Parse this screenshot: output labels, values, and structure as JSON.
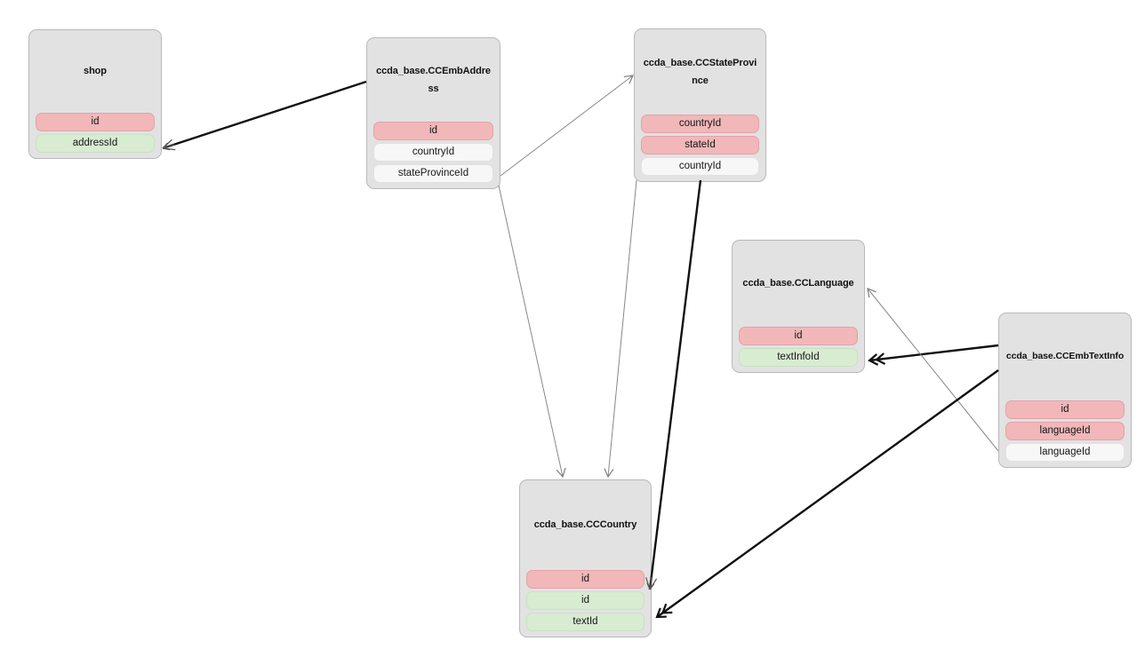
{
  "diagram": {
    "type": "database-schema",
    "colors": {
      "background": "#ffffff",
      "entity_bg": "#e2e2e2",
      "entity_border": "#b9b9b9",
      "key_field_bg": "#f1b7b9",
      "ref_field_bg": "#d8ecd2",
      "plain_field_bg": "#f7f7f7",
      "line_thin": "#888888",
      "line_thick": "#111111"
    },
    "entities": {
      "shop": {
        "title": "shop",
        "fields": [
          "id",
          "addressId"
        ]
      },
      "embaddress": {
        "title": "ccda_base.CCEmbAddress",
        "fields": [
          "id",
          "countryId",
          "stateProvinceId"
        ]
      },
      "stateprovince": {
        "title": "ccda_base.CCStateProvince",
        "fields": [
          "countryId",
          "stateId",
          "countryId"
        ]
      },
      "language": {
        "title": "ccda_base.CCLanguage",
        "fields": [
          "id",
          "textInfoId"
        ]
      },
      "embtextinfo": {
        "title": "ccda_base.CCEmbTextInfo",
        "fields": [
          "id",
          "languageId",
          "languageId"
        ]
      },
      "country": {
        "title": "ccda_base.CCCountry",
        "fields": [
          "id",
          "id",
          "textId"
        ]
      }
    },
    "relationships": [
      {
        "from": "ccda_base.CCEmbAddress",
        "to": "shop.addressId",
        "style": "thick"
      },
      {
        "from": "ccda_base.CCEmbAddress.stateProvinceId",
        "to": "ccda_base.CCStateProvince",
        "style": "thin"
      },
      {
        "from": "ccda_base.CCEmbAddress.stateProvinceId",
        "to": "ccda_base.CCCountry",
        "style": "thin"
      },
      {
        "from": "ccda_base.CCStateProvince",
        "to": "ccda_base.CCCountry",
        "style": "thin"
      },
      {
        "from": "ccda_base.CCStateProvince.countryId",
        "to": "ccda_base.CCCountry.id",
        "style": "thick"
      },
      {
        "from": "ccda_base.CCEmbTextInfo",
        "to": "ccda_base.CCLanguage.textInfoId",
        "style": "thick"
      },
      {
        "from": "ccda_base.CCEmbTextInfo.languageId",
        "to": "ccda_base.CCLanguage",
        "style": "thin"
      },
      {
        "from": "ccda_base.CCEmbTextInfo",
        "to": "ccda_base.CCCountry.textId",
        "style": "thick"
      }
    ]
  }
}
